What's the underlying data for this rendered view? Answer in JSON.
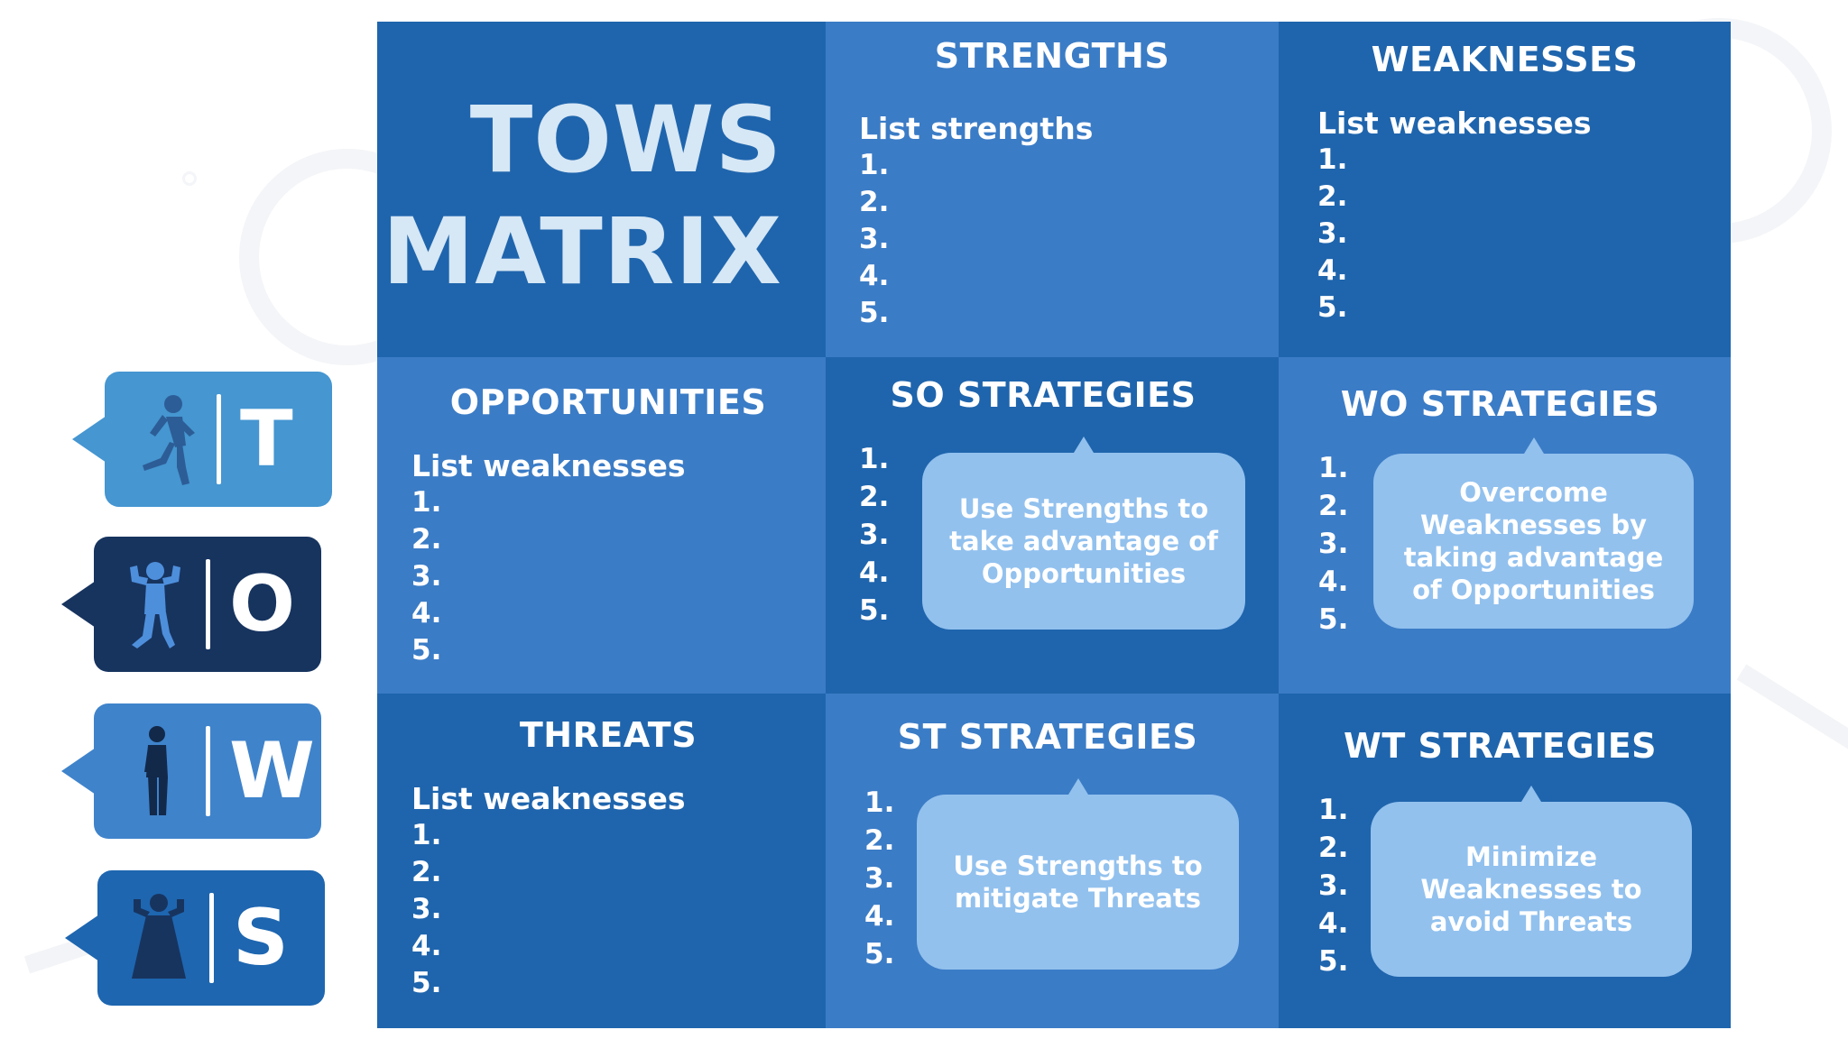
{
  "title": {
    "line1": "TOWS",
    "line2": "MATRIX"
  },
  "tags": [
    {
      "letter": "T",
      "color": "#4596d1",
      "icon": "running-person-icon"
    },
    {
      "letter": "O",
      "color": "#17345f",
      "icon": "flexing-person-icon"
    },
    {
      "letter": "W",
      "color": "#3f83cb",
      "icon": "standing-person-icon"
    },
    {
      "letter": "S",
      "color": "#1e66b0",
      "icon": "caped-hero-icon"
    }
  ],
  "strengths": {
    "heading": "STRENGTHS",
    "label": "List strengths",
    "items": [
      "1.",
      "2.",
      "3.",
      "4.",
      "5."
    ]
  },
  "weaknesses": {
    "heading": "WEAKNESSES",
    "label": "List weaknesses",
    "items": [
      "1.",
      "2.",
      "3.",
      "4.",
      "5."
    ]
  },
  "opportunities": {
    "heading": "OPPORTUNITIES",
    "label": "List weaknesses",
    "items": [
      "1.",
      "2.",
      "3.",
      "4.",
      "5."
    ]
  },
  "threats": {
    "heading": "THREATS",
    "label": "List weaknesses",
    "items": [
      "1.",
      "2.",
      "3.",
      "4.",
      "5."
    ]
  },
  "so": {
    "heading": "SO STRATEGIES",
    "items": [
      "1.",
      "2.",
      "3.",
      "4.",
      "5."
    ],
    "bubble": "Use Strengths to take advantage of Opportunities"
  },
  "wo": {
    "heading": "WO STRATEGIES",
    "items": [
      "1.",
      "2.",
      "3.",
      "4.",
      "5."
    ],
    "bubble": "Overcome Weaknesses by taking advantage of Opportunities"
  },
  "st": {
    "heading": "ST STRATEGIES",
    "items": [
      "1.",
      "2.",
      "3.",
      "4.",
      "5."
    ],
    "bubble": "Use Strengths to mitigate Threats"
  },
  "wt": {
    "heading": "WT STRATEGIES",
    "items": [
      "1.",
      "2.",
      "3.",
      "4.",
      "5."
    ],
    "bubble": "Minimize Weaknesses to avoid Threats"
  },
  "colors": {
    "dark_cell": "#1f65ad",
    "mid_cell": "#3b7cc6",
    "bubble": "#92c1ee",
    "title_text": "#d6e7f5"
  }
}
